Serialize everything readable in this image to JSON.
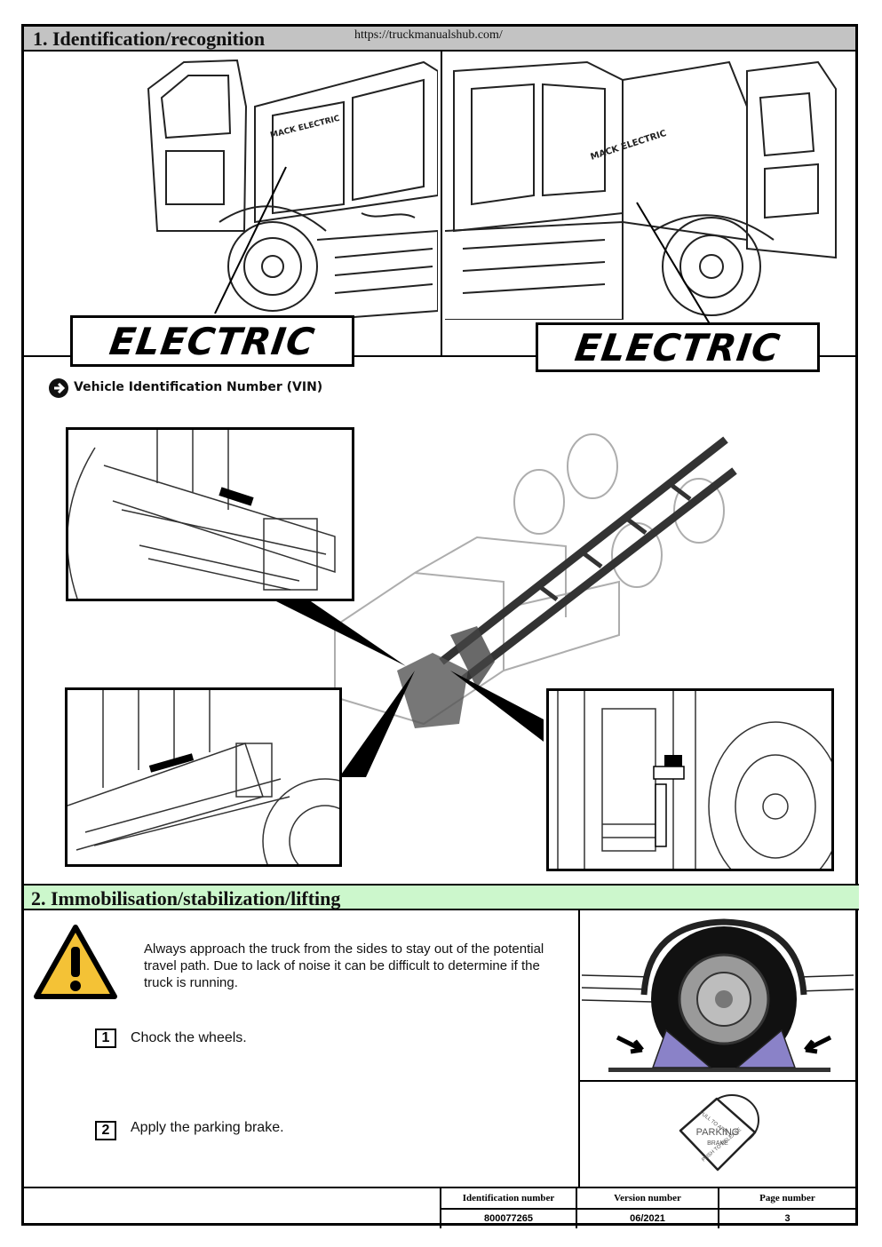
{
  "section1": {
    "title": "1. Identification/recognition",
    "url": "https://truckmanualshub.com/"
  },
  "badges": {
    "left": "ELECTRIC",
    "right": "ELECTRIC"
  },
  "truck_brand": {
    "left": "MACK ELECTRIC",
    "right": "MACK ELECTRIC"
  },
  "vin": {
    "title": "Vehicle Identification Number (VIN)"
  },
  "section2": {
    "title": "2. Immobilisation/stabilization/lifting",
    "warning": "Always approach the truck from the sides to stay out of the potential travel path. Due to lack of noise it can be difficult to determine if the truck is running.",
    "steps": [
      {
        "num": "1",
        "text": "Chock the wheels."
      },
      {
        "num": "2",
        "text": "Apply the parking brake."
      }
    ],
    "brake_knob": {
      "line1": "PARKING",
      "line2": "BRAKE",
      "pull": "PULL TO APPLY",
      "push": "PUSH TO RELEASE"
    }
  },
  "footer": {
    "id_label": "Identification number",
    "id_value": "800077265",
    "version_label": "Version number",
    "version_value": "06/2021",
    "page_label": "Page number",
    "page_value": "3"
  }
}
